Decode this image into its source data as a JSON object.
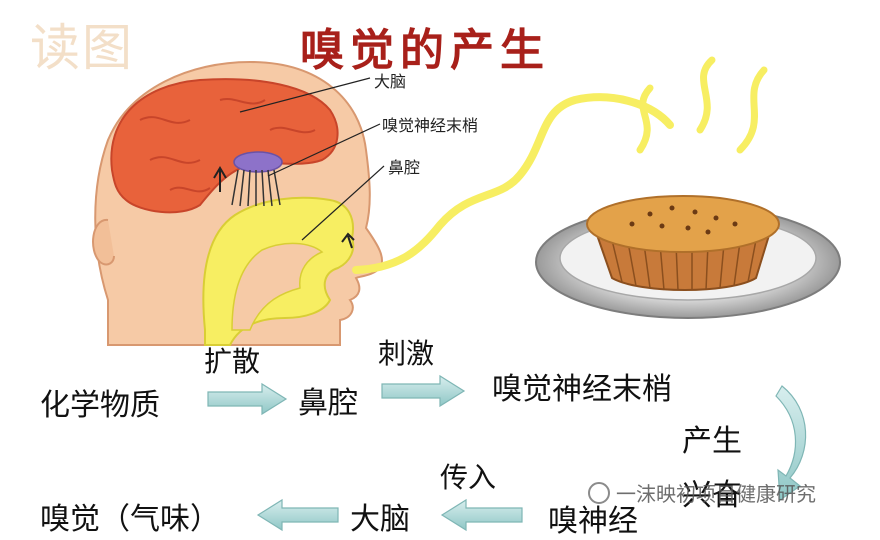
{
  "header": {
    "read_label": "读图",
    "title": "嗅觉的产生"
  },
  "diagram_labels": {
    "brain": "大脑",
    "olfactory_nerve_endings": "嗅觉神经末梢",
    "nasal_cavity": "鼻腔"
  },
  "flow": {
    "chemical_substance": "化学物质",
    "spread": "扩散",
    "nasal_cavity": "鼻腔",
    "stimulate": "刺激",
    "nerve_endings": "嗅觉神经末梢",
    "produce": "产生",
    "excitation": "兴奋",
    "olfactory_nerve": "嗅神经",
    "transmit": "传入",
    "brain": "大脑",
    "smell_result": "嗅觉（气味）"
  },
  "watermark": {
    "text": "一沫映初项目健康研究"
  },
  "colors": {
    "title_red": "#a8201a",
    "read_label": "#f3dfc8",
    "brain": "#e8623b",
    "skin": "#f6caa6",
    "pathway_yellow": "#f7ee62",
    "bulb_purple": "#8d72c9",
    "arrow_teal": "#a8d6d5",
    "cake": "#e3a24a",
    "plate": "#b9b9b9"
  }
}
